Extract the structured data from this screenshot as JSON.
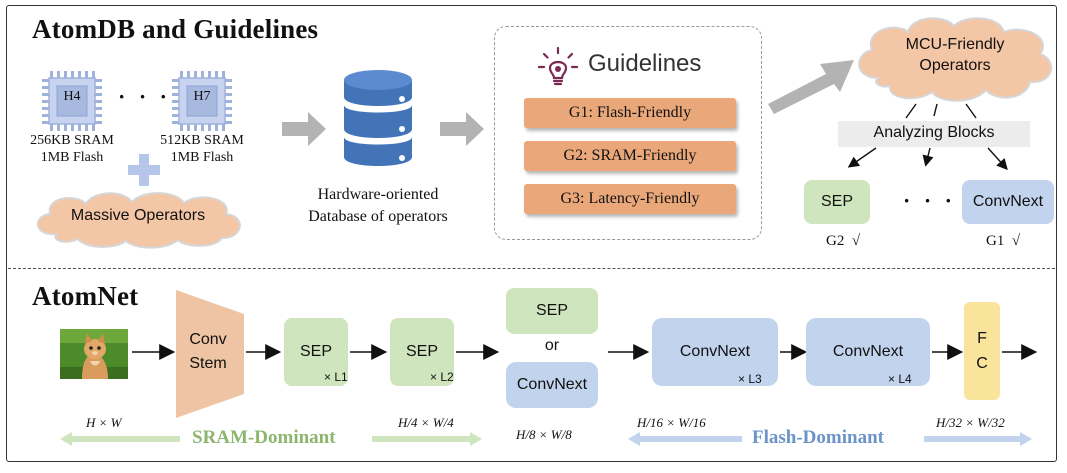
{
  "top": {
    "title": "AtomDB and Guidelines",
    "chip_left": {
      "label": "H4",
      "sram": "256KB SRAM",
      "flash": "1MB Flash"
    },
    "chip_dots": "· · ·",
    "chip_right": {
      "label": "H7",
      "sram": "512KB SRAM",
      "flash": "1MB Flash"
    },
    "massive_operators": "Massive Operators",
    "database_caption_line1": "Hardware-oriented",
    "database_caption_line2": "Database of operators",
    "guidelines": {
      "title": "Guidelines",
      "items": [
        "G1: Flash-Friendly",
        "G2: SRAM-Friendly",
        "G3: Latency-Friendly"
      ]
    },
    "mcu_cloud_line1": "MCU-Friendly",
    "mcu_cloud_line2": "Operators",
    "analyzing_blocks": "Analyzing Blocks",
    "sep_block": "SEP",
    "block_dots": "· · ·",
    "convnext_block": "ConvNext",
    "sep_check": "G2  √",
    "convnext_check": "G1  √"
  },
  "bottom": {
    "title": "AtomNet",
    "conv_stem_line1": "Conv",
    "conv_stem_line2": "Stem",
    "sep1": "SEP",
    "sep1_mult": "× L1",
    "sep2": "SEP",
    "sep2_mult": "× L2",
    "choice_sep": "SEP",
    "choice_or": "or",
    "choice_convnext": "ConvNext",
    "convnext1": "ConvNext",
    "convnext1_mult": "× L3",
    "convnext2": "ConvNext",
    "convnext2_mult": "× L4",
    "fc_line1": "F",
    "fc_line2": "C",
    "dim_hw": "H × W",
    "sram_dominant": "SRAM-Dominant",
    "dim_4": "H/4 × W/4",
    "dim_8": "H/8 × W/8",
    "dim_16": "H/16 × W/16",
    "flash_dominant": "Flash-Dominant",
    "dim_32": "H/32 × W/32"
  },
  "colors": {
    "green": "#cfe5bd",
    "blue": "#c1d3ed",
    "orange": "#eaa87a",
    "conv_stem": "#efc4a4",
    "cloud": "#f3c6a6",
    "arrow_gray": "#b3b3b3",
    "green_text": "#8db56e",
    "blue_text": "#6a93c9"
  },
  "icons": [
    "chip-icon",
    "plus-icon",
    "database-icon",
    "bulb-icon",
    "cloud-shape",
    "cat-image"
  ]
}
